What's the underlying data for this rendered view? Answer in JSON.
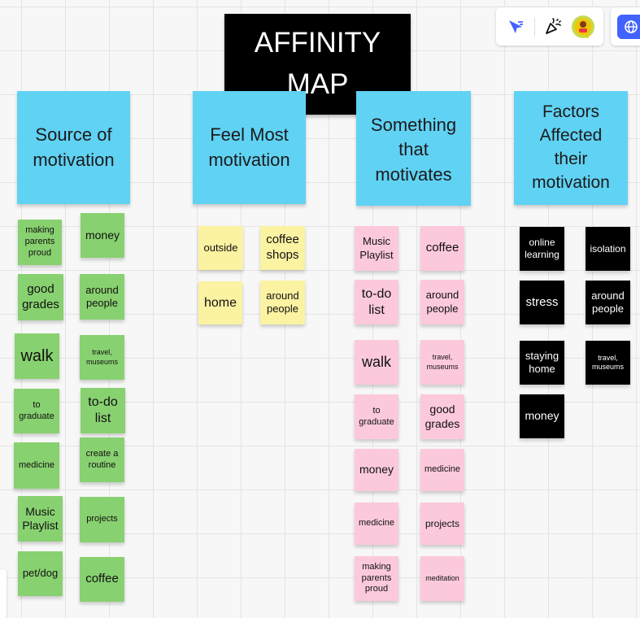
{
  "board": {
    "title_line1": "AFFINITY",
    "title_line2": "MAP"
  },
  "toolbar": {
    "icons": [
      "select-arrow-icon",
      "party-popper-icon",
      "user-avatar",
      "globe-icon"
    ]
  },
  "colors": {
    "header_blue": "#60d2f3",
    "green": "#88d170",
    "yellow": "#fbf2a2",
    "pink": "#fcc9dc",
    "black": "#000000",
    "accent": "#4262ff"
  },
  "columns": [
    {
      "header": [
        "Source of",
        "motivation"
      ],
      "notes": [
        "making parents proud",
        "money",
        "good grades",
        "around people",
        "walk",
        "travel, museums",
        "to graduate",
        "to-do list",
        "medicine",
        "create a routine",
        "Music Playlist",
        "projects",
        "pet/dog",
        "coffee"
      ]
    },
    {
      "header": [
        "Feel Most",
        "motivation"
      ],
      "notes": [
        "outside",
        "coffee shops",
        "home",
        "around people"
      ]
    },
    {
      "header": [
        "Something",
        "that",
        "motivates"
      ],
      "notes": [
        "Music Playlist",
        "coffee",
        "to-do list",
        "around people",
        "walk",
        "travel, museums",
        "to graduate",
        "good grades",
        "money",
        "medicine",
        "medicine",
        "projects",
        "making parents proud",
        "meditation"
      ]
    },
    {
      "header": [
        "Factors",
        "Affected",
        "their",
        "motivation"
      ],
      "notes": [
        "online learning",
        "isolation",
        "stress",
        "around people",
        "staying home",
        "travel, museums",
        "money"
      ]
    }
  ]
}
